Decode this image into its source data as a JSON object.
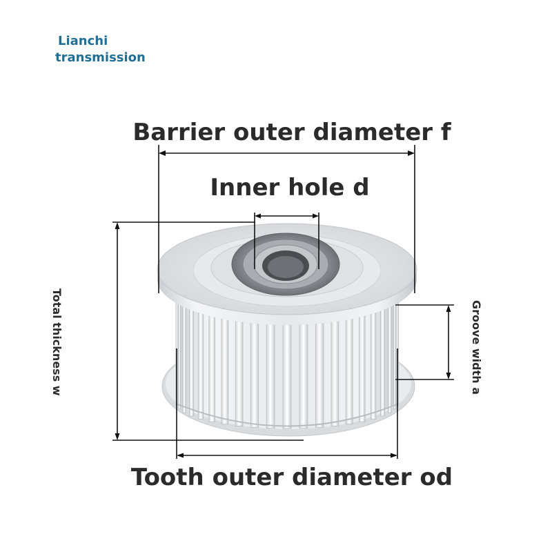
{
  "brand": {
    "line1": "Lianchi",
    "line2": "transmission",
    "color": "#1f6f95"
  },
  "labels": {
    "barrier_outer_diameter": "Barrier outer diameter f",
    "inner_hole": "Inner hole d",
    "tooth_outer_diameter": "Tooth outer diameter od",
    "total_thickness": "Total thickness w",
    "groove_width": "Groove width a"
  },
  "colors": {
    "text": "#2b2b2b",
    "line": "#111111",
    "metal": "#e4e6e8"
  }
}
